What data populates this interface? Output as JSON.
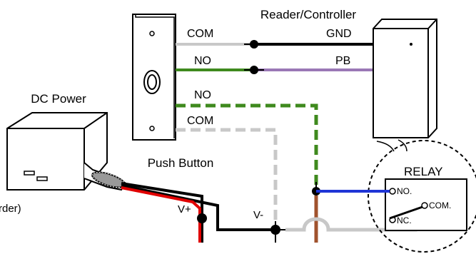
{
  "labels": {
    "reader_controller": "Reader/Controller",
    "dc_power": "DC Power",
    "push_button": "Push Button",
    "relay": "RELAY",
    "partial_left": "rder)"
  },
  "wires": {
    "com_top": "COM",
    "gnd": "GND",
    "no_top": "NO",
    "pb": "PB",
    "no_dashed": "NO",
    "com_dashed": "COM",
    "v_plus": "V+",
    "v_minus": "V-"
  },
  "relay_terminals": {
    "no": "NO.",
    "com": "COM.",
    "nc": "NC."
  },
  "colors": {
    "green": "#3f8a1e",
    "gray": "#c8c8c8",
    "purple": "#9a78b6",
    "black": "#000000",
    "red": "#e00000",
    "blue": "#1f35d6",
    "brown": "#a0522d"
  }
}
